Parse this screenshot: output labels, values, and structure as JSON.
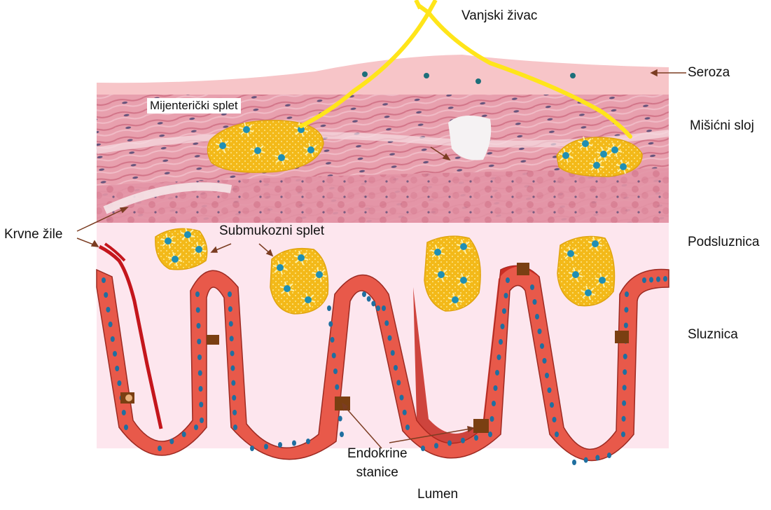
{
  "labels": {
    "external_nerve": "Vanjski živac",
    "serosa": "Seroza",
    "muscle_layer": "Mišićni sloj",
    "myenteric_plexus": "Mijenterički splet",
    "blood_vessels": "Krvne žile",
    "submucosal_plexus": "Submukozni splet",
    "submucosa": "Podsluznica",
    "mucosa": "Sluznica",
    "endocrine_cells_line1": "Endokrine",
    "endocrine_cells_line2": "stanice",
    "lumen": "Lumen"
  },
  "colors": {
    "serosa": "#f7c7c9",
    "muscle": "#e79aa9",
    "muscle_dark": "#c7667c",
    "submucosa": "#fce6ee",
    "epithelium": "#e8594a",
    "epithelium_dark": "#c0281f",
    "nucleus": "#1f7aa8",
    "ganglion": "#f2bd1b",
    "ganglion_cell": "#fff2a8",
    "nerve": "#ffe51a",
    "endocrine": "#7a3f12",
    "vessel": "#c4161c",
    "arrow": "#7b3d22"
  }
}
